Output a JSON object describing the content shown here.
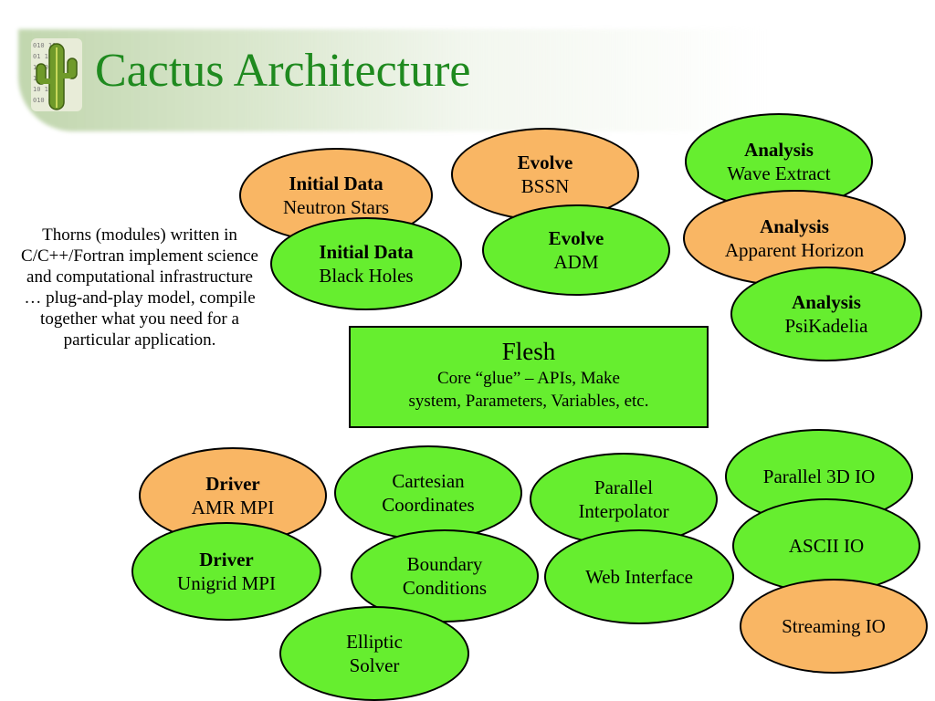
{
  "slide": {
    "title": "Cactus Architecture",
    "logo_icon": "cactus-binary-logo",
    "description": "Thorns (modules) written in C/C++/Fortran implement science and computational infrastructure … plug-and-play model, compile together what you need for a particular application."
  },
  "colors": {
    "title": "#1f8a1f",
    "green_node": "#66ee2f",
    "orange_node": "#f9b664"
  },
  "flesh": {
    "title": "Flesh",
    "line1": "Core “glue” – APIs, Make",
    "line2": "system, Parameters, Variables, etc."
  },
  "thorns": {
    "initial_data_ns": {
      "heading": "Initial Data",
      "name": "Neutron Stars"
    },
    "initial_data_bh": {
      "heading": "Initial Data",
      "name": "Black Holes"
    },
    "evolve_bssn": {
      "heading": "Evolve",
      "name": "BSSN"
    },
    "evolve_adm": {
      "heading": "Evolve",
      "name": "ADM"
    },
    "analysis_wave": {
      "heading": "Analysis",
      "name": "Wave Extract"
    },
    "analysis_ah": {
      "heading": "Analysis",
      "name": "Apparent Horizon"
    },
    "analysis_psi": {
      "heading": "Analysis",
      "name": "PsiKadelia"
    },
    "driver_amr": {
      "heading": "Driver",
      "name": "AMR MPI"
    },
    "driver_unigrid": {
      "heading": "Driver",
      "name": "Unigrid MPI"
    },
    "cartesian": {
      "line1": "Cartesian",
      "line2": "Coordinates"
    },
    "boundary": {
      "line1": "Boundary",
      "line2": "Conditions"
    },
    "elliptic": {
      "line1": "Elliptic",
      "line2": "Solver"
    },
    "interpolator": {
      "line1": "Parallel",
      "line2": "Interpolator"
    },
    "web": {
      "line1": "Web Interface"
    },
    "parallel_io": {
      "line1": "Parallel 3D IO"
    },
    "ascii_io": {
      "line1": "ASCII IO"
    },
    "streaming_io": {
      "line1": "Streaming IO"
    }
  }
}
